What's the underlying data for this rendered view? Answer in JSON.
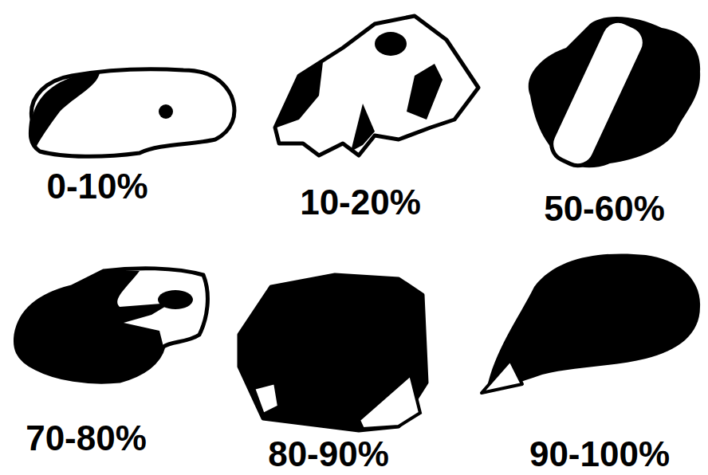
{
  "diagram": {
    "labels": [
      "0-10%",
      "10-20%",
      "50-60%",
      "70-80%",
      "80-90%",
      "90-100%"
    ]
  }
}
